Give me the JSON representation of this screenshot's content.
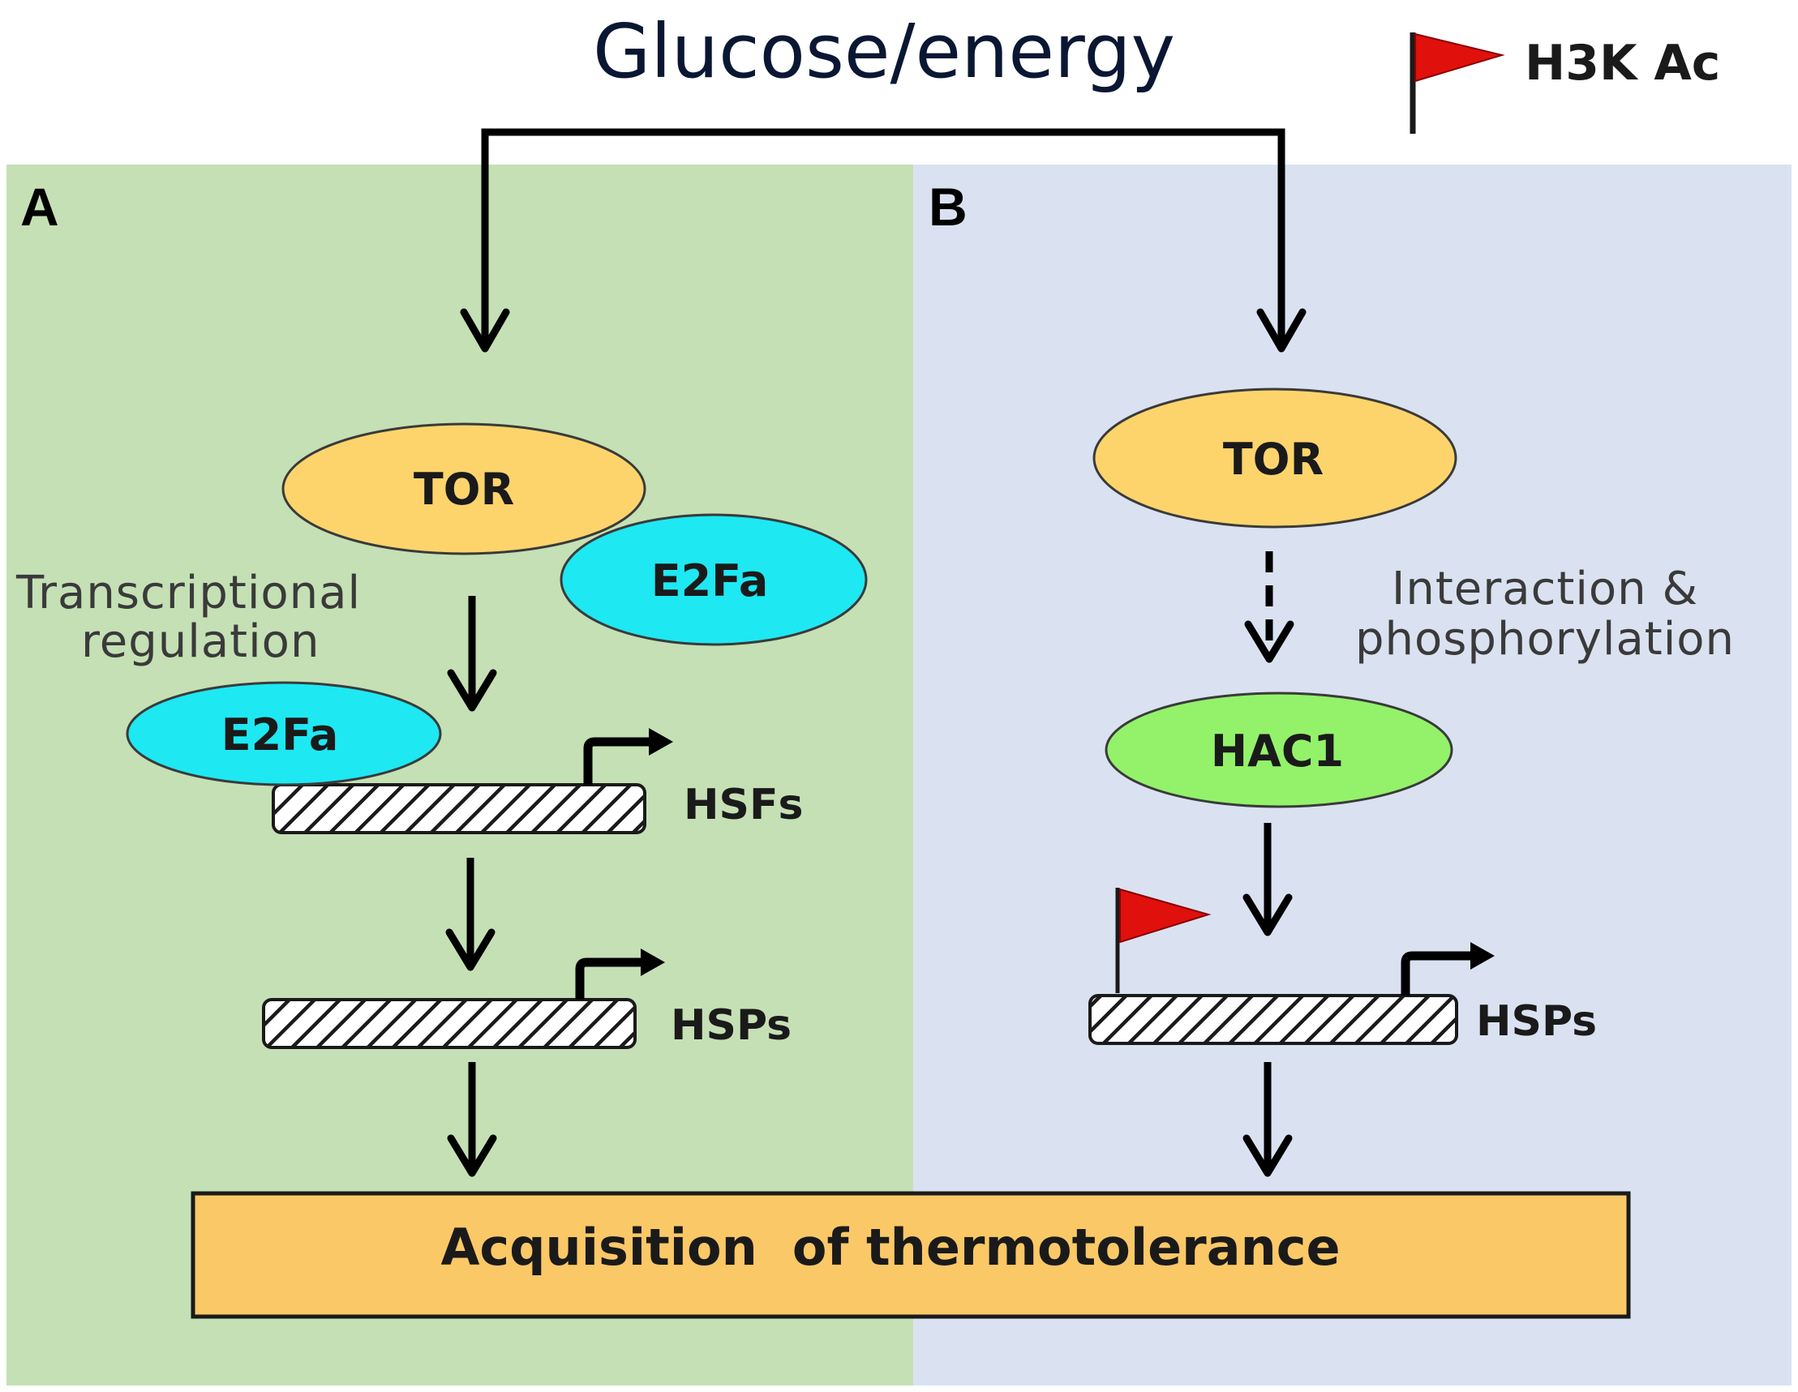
{
  "title": "Glucose/energy",
  "legend": {
    "label": "H3K Ac",
    "flag_color": "#e0100d"
  },
  "colors": {
    "panel_a_bg": "#c5e0b5",
    "panel_b_bg": "#dae2f1",
    "tor_fill": "#fdd46c",
    "e2fa_fill": "#1ee8f2",
    "hac1_fill": "#93f26a",
    "outcome_fill": "#fbc867"
  },
  "panel_a": {
    "label": "A",
    "tor": "TOR",
    "e2fa_upper": "E2Fa",
    "e2fa_lower": "E2Fa",
    "note_line1": "Transcriptional",
    "note_line2": "regulation",
    "gene1": "HSFs",
    "gene2": "HSPs"
  },
  "panel_b": {
    "label": "B",
    "tor": "TOR",
    "hac1": "HAC1",
    "note_line1": "Interaction &",
    "note_line2": "phosphorylation",
    "gene": "HSPs"
  },
  "outcome": "Acquisition  of thermotolerance"
}
